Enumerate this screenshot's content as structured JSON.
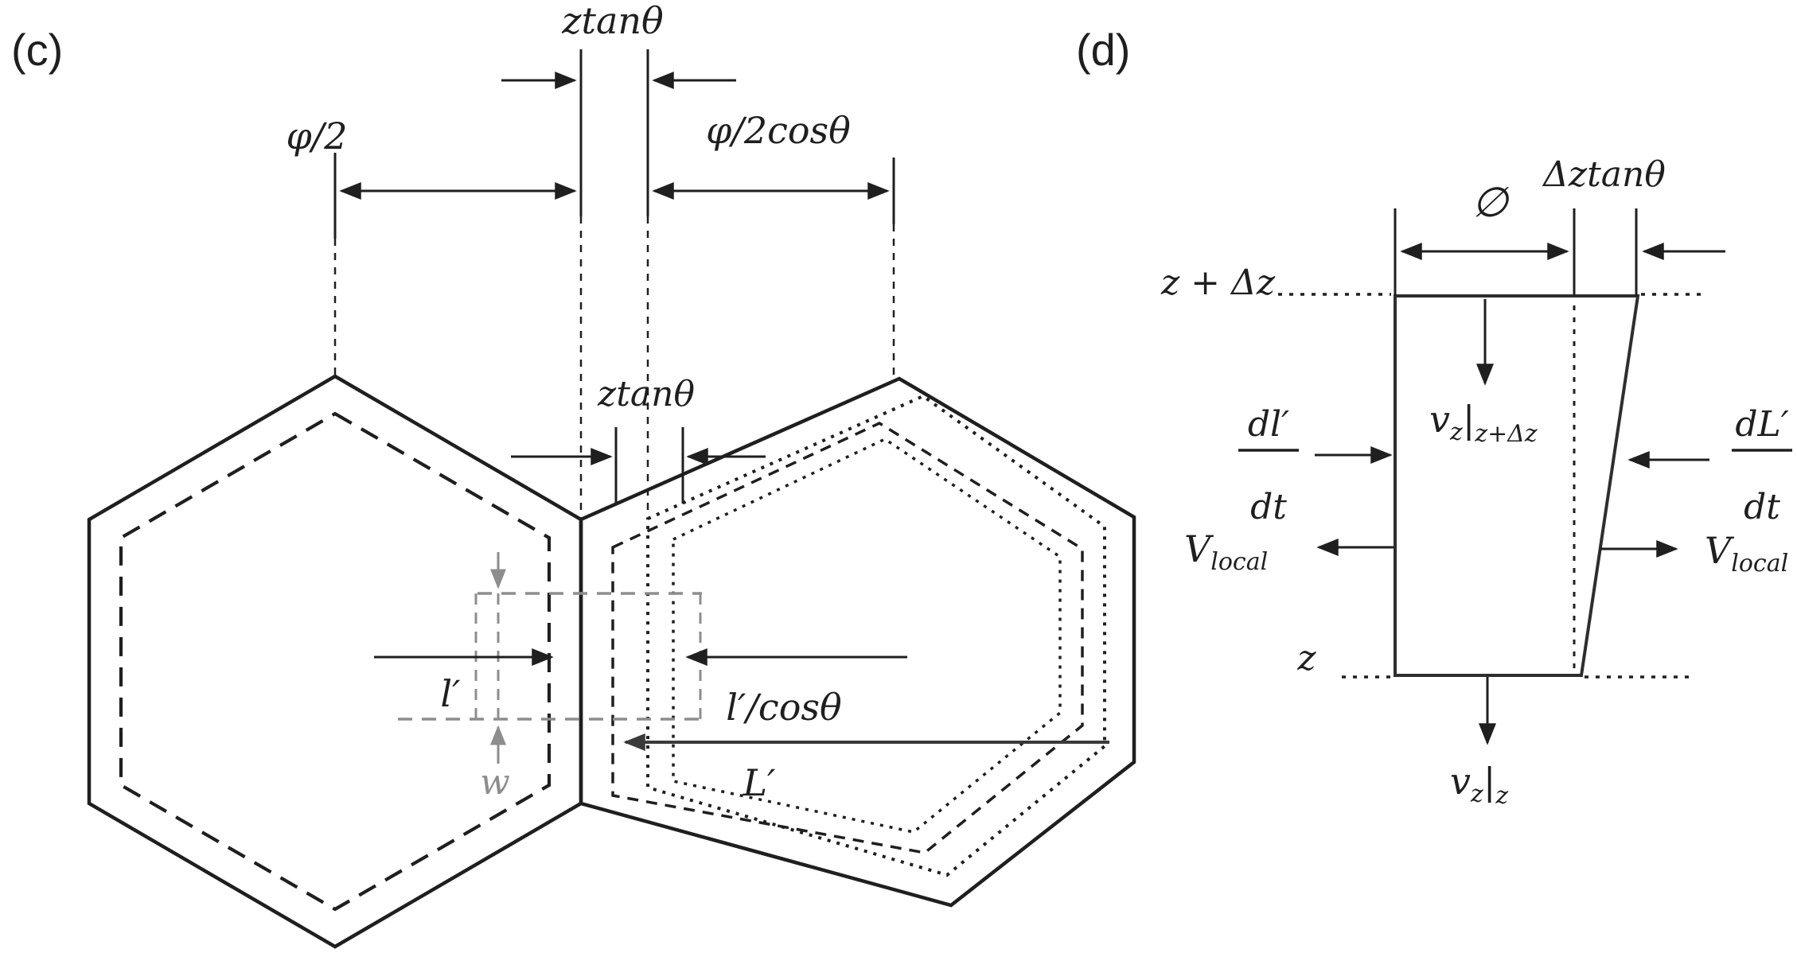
{
  "figure": {
    "background": "#ffffff",
    "colors": {
      "ink": "#1f1f1f",
      "gray": "#8d8d8d",
      "dark": "#3a3a3a"
    },
    "panel_c": {
      "tag": "(c)",
      "labels": {
        "ztan_top": "ztanθ",
        "phi_half": "φ/2",
        "phi_half_cos": "φ/2cosθ",
        "ztan_mid": "ztanθ",
        "l_prime": "l′",
        "l_prime_cos": "l′/cosθ",
        "w": "w",
        "L_prime": "L′"
      }
    },
    "panel_d": {
      "tag": "(d)",
      "labels": {
        "phi": "∅",
        "delta_ztan": "Δztanθ",
        "z_plus_dz": "z + Δz",
        "z": "z",
        "v": "v",
        "sub_z": "z",
        "bar": "|",
        "at_z_plus_dz": "z+Δz",
        "at_z": "z",
        "dl_num": "dl′",
        "dl_den": "dt",
        "dL_num": "dL′",
        "dL_den": "dt",
        "V": "V",
        "V_sub": "local"
      }
    }
  }
}
